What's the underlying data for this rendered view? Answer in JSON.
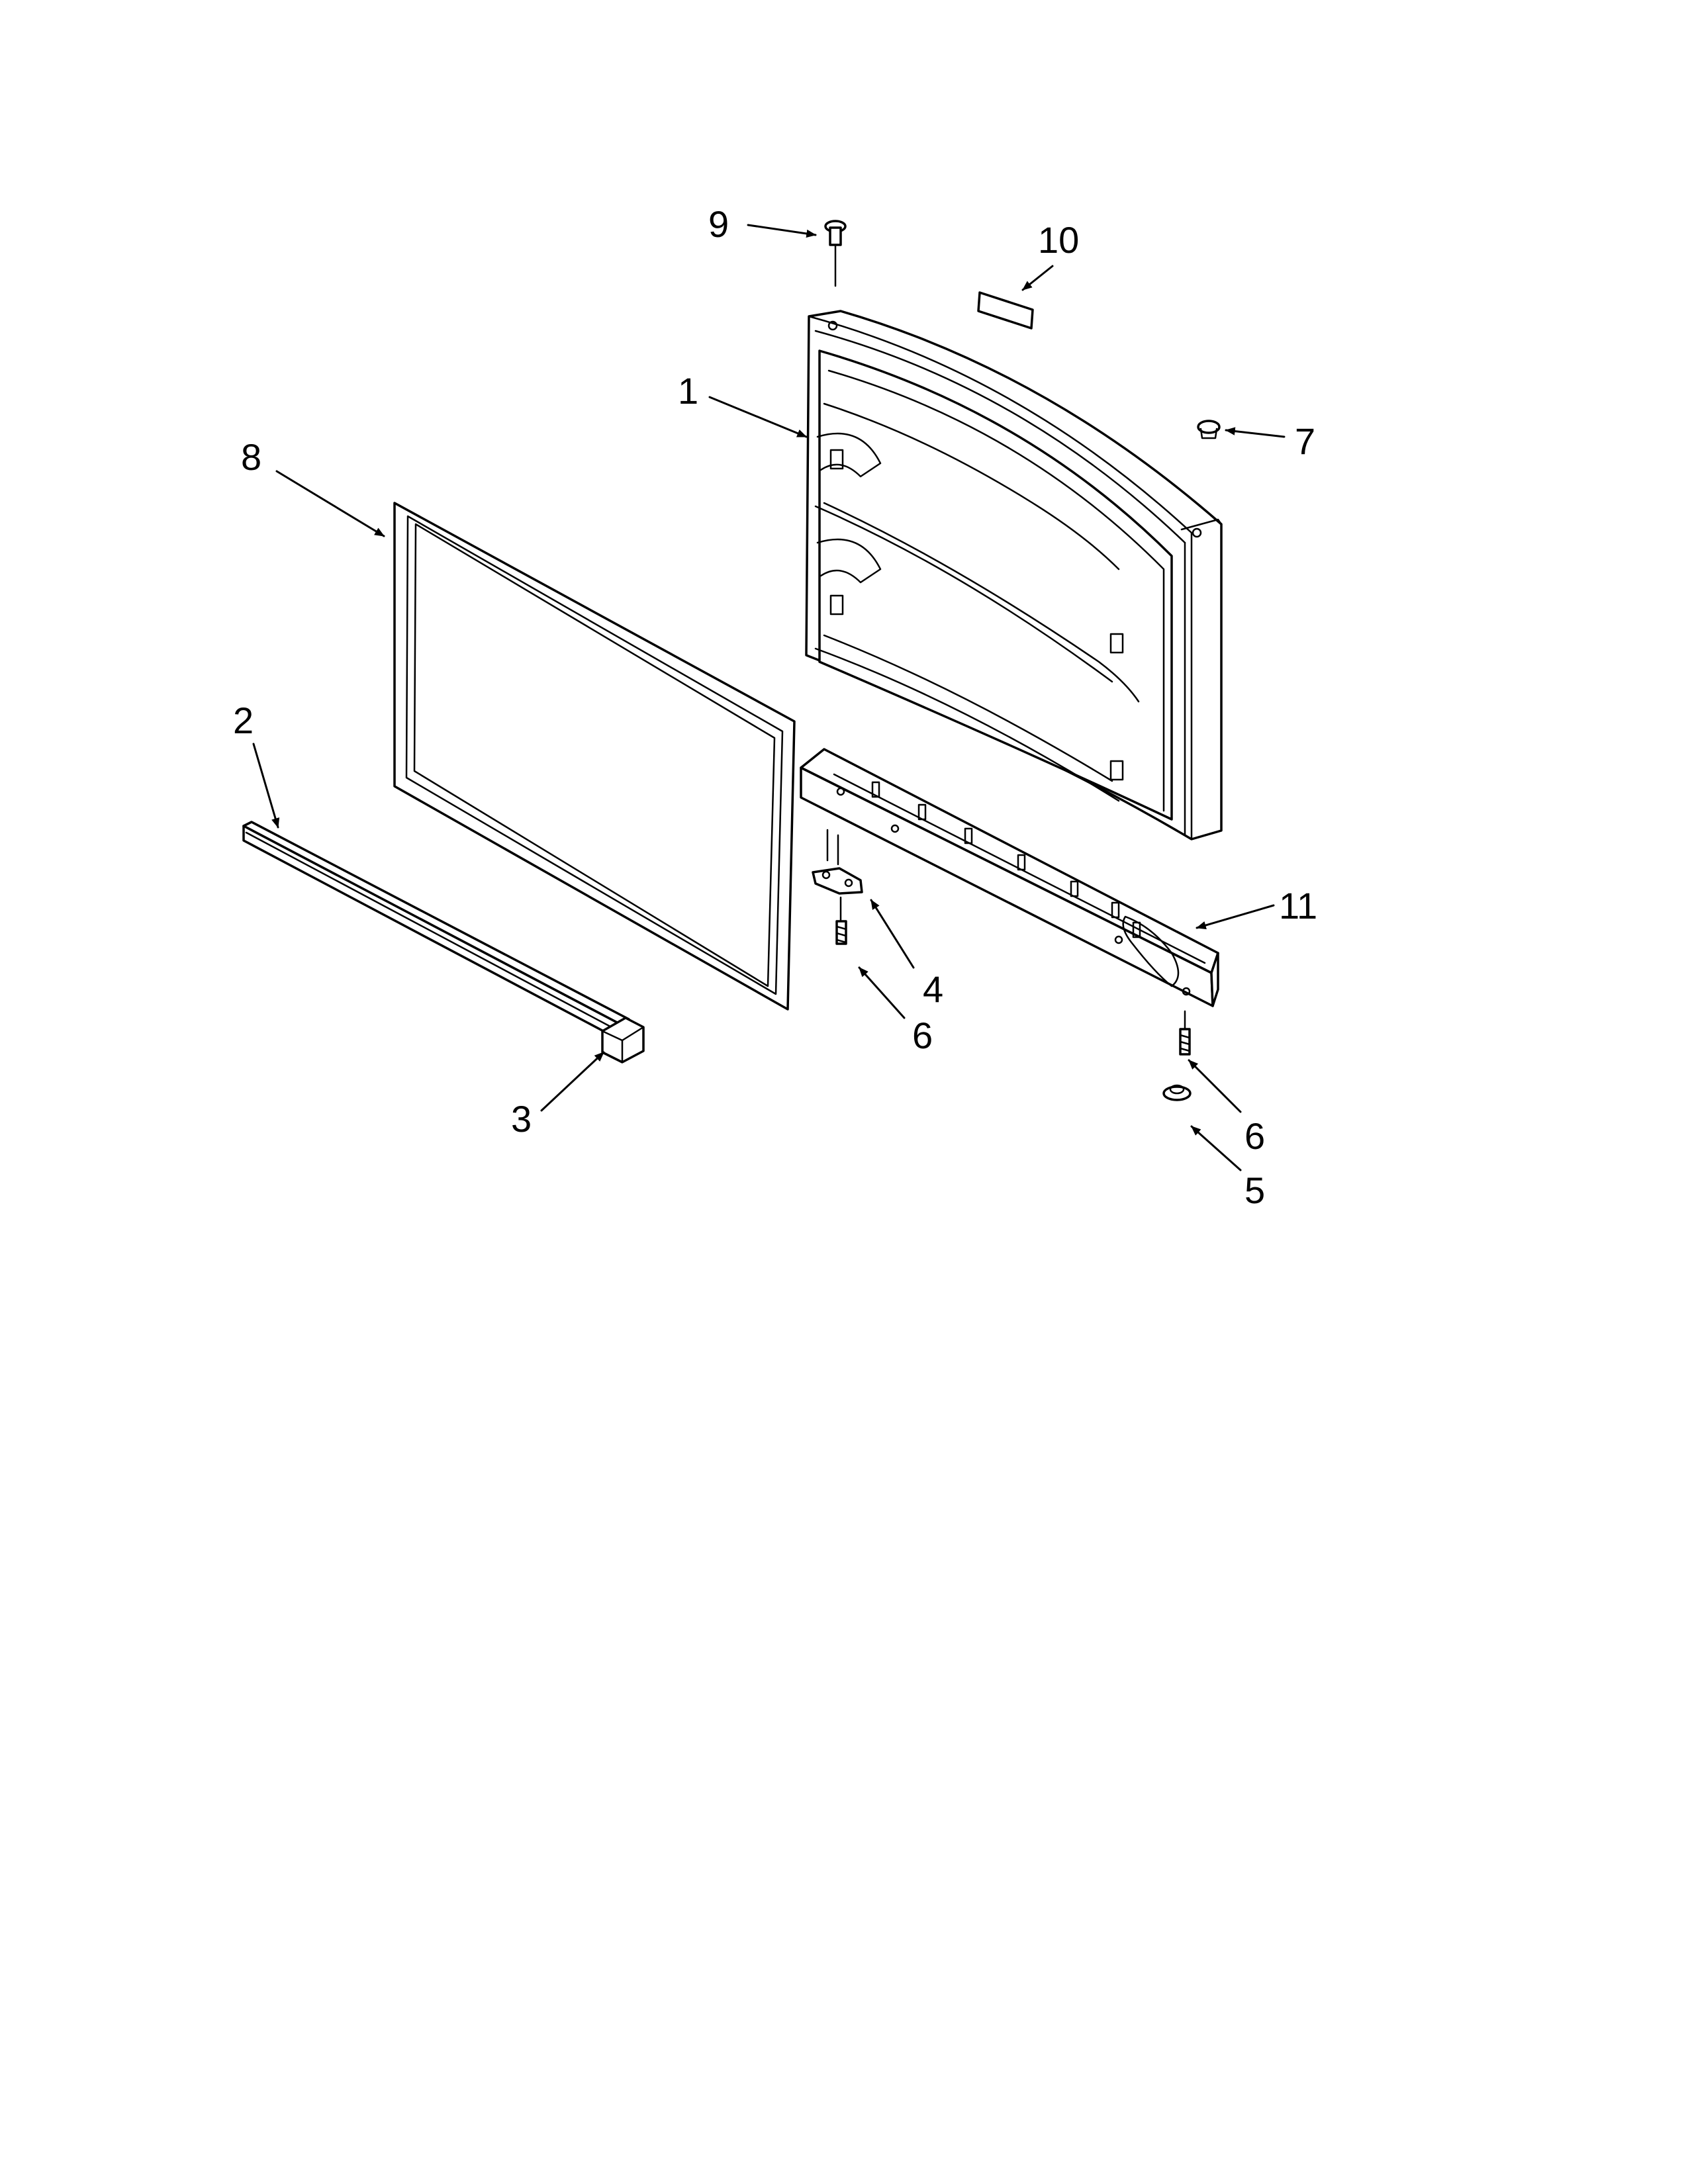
{
  "diagram": {
    "callouts": [
      "1",
      "2",
      "3",
      "4",
      "5",
      "6",
      "6",
      "7",
      "8",
      "9",
      "10",
      "11"
    ]
  }
}
